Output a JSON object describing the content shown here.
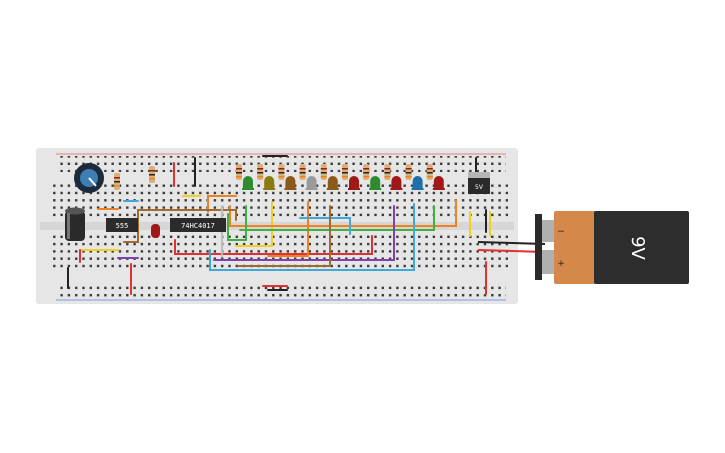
{
  "circuit": {
    "chips": [
      {
        "id": "timer",
        "label": "555"
      },
      {
        "id": "counter",
        "label": "74HC4017"
      }
    ],
    "regulator": {
      "label": "5V"
    },
    "battery": {
      "label": "9V",
      "plus": "+",
      "minus": "−"
    },
    "leds": [
      {
        "color": "#2e8b2e"
      },
      {
        "color": "#8a7a10"
      },
      {
        "color": "#8b5a1a"
      },
      {
        "color": "#9a9a9a"
      },
      {
        "color": "#8b5a1a"
      },
      {
        "color": "#a01818"
      },
      {
        "color": "#2e8b2e"
      },
      {
        "color": "#a01818"
      },
      {
        "color": "#1f6fa8"
      },
      {
        "color": "#a01818"
      }
    ],
    "wire_colors": {
      "red": "#e03030",
      "orange": "#f08020",
      "yellow": "#f0d020",
      "green": "#40b040",
      "blue": "#40a8d8",
      "purple": "#8040b0",
      "brown": "#a06a30",
      "black": "#222222"
    }
  }
}
